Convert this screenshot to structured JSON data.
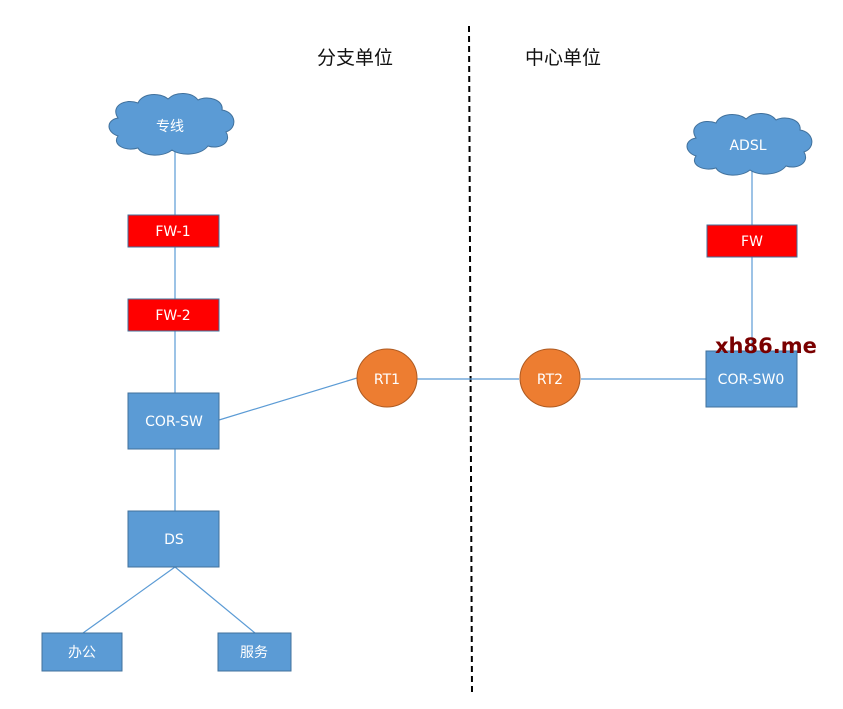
{
  "sections": {
    "left_label": "分支单位",
    "right_label": "中心单位"
  },
  "nodes": {
    "cloud_left": "专线",
    "fw1": "FW-1",
    "fw2": "FW-2",
    "cor_sw": "COR-SW",
    "ds": "DS",
    "office": "办公",
    "service": "服务",
    "rt1": "RT1",
    "rt2": "RT2",
    "cloud_right": "ADSL",
    "fw": "FW",
    "cor_sw0": "COR-SW0"
  },
  "watermark": "xh86.me",
  "colors": {
    "switch_fill": "#5b9bd5",
    "switch_stroke": "#41719c",
    "firewall_fill": "#ff0000",
    "router_fill": "#ed7d31",
    "link": "#5b9bd5",
    "divider": "#000000"
  }
}
